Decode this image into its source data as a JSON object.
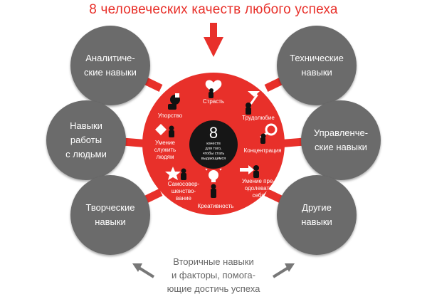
{
  "title": "8 человеческих качеств любого успеха",
  "center": {
    "number": "8",
    "subtitle": "качеств\nдля того,\nчтобы стать\nвыдающимся"
  },
  "qualities": [
    {
      "key": "stubbornness",
      "label": "Упорство",
      "icon": "fist-hammer-icon"
    },
    {
      "key": "passion",
      "label": "Страсть",
      "icon": "heart-figure-icon"
    },
    {
      "key": "diligence",
      "label": "Трудолюбие",
      "icon": "pickaxe-figure-icon"
    },
    {
      "key": "concentration",
      "label": "Концентрация",
      "icon": "magnifier-figure-icon"
    },
    {
      "key": "overcome_self",
      "label": "Умение пре-\nодолевать\nсебя",
      "icon": "arrow-push-figure-icon"
    },
    {
      "key": "creativity",
      "label": "Креативность",
      "icon": "lightbulb-figure-icon"
    },
    {
      "key": "self_improvement",
      "label": "Самосовер-\nшенство-\nвание",
      "icon": "star-figure-icon"
    },
    {
      "key": "serve_people",
      "label": "Умение\nслужить\nлюдям",
      "icon": "diamond-figure-icon"
    }
  ],
  "skills": {
    "analytical": "Аналитиче-\nские навыки",
    "technical": "Технические\nнавыки",
    "people": "Навыки\nработы\nс людьми",
    "management": "Управленче-\nские навыки",
    "creative": "Творческие\nнавыки",
    "other": "Другие\nнавыки"
  },
  "footer": "Вторичные навыки\nи факторы, помога-\nющие достичь успеха",
  "colors": {
    "accent": "#e8302a",
    "skill_circle": "#6b6b6b",
    "center": "#161616",
    "footer_text": "#666666"
  }
}
